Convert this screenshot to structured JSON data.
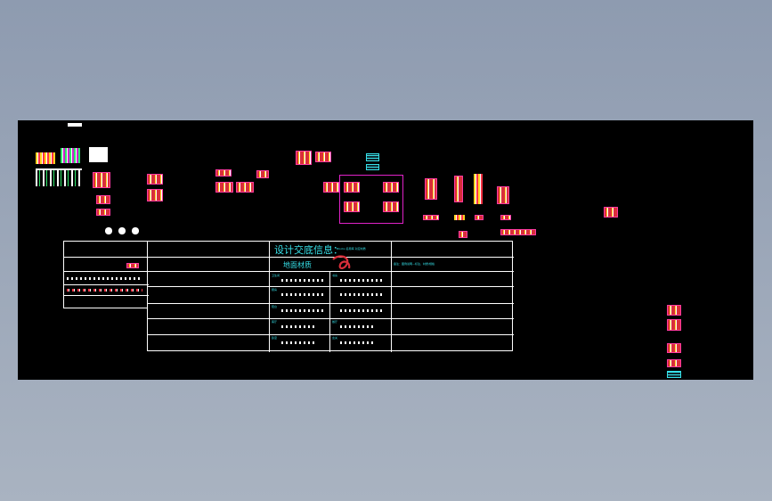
{
  "drawing": {
    "title_heading": "设计交底信息：",
    "subtitle_heading": "地面材质",
    "heading_note": "Blocks 名称库 对应材质",
    "right_note": "备注：图例说明—标注、材质/规格",
    "tiny_labels": [
      "卫生间",
      "厨房",
      "阳台",
      "客厅",
      "卧室",
      "书房",
      "餐厅",
      "玄关"
    ],
    "colors": {
      "background": "#8e9bb0",
      "model_space": "#000000",
      "cyan": "#36e0e8",
      "red": "#d92e3a",
      "magenta": "#e022c8",
      "green": "#2ee66a",
      "yellow": "#ffd21e"
    }
  }
}
